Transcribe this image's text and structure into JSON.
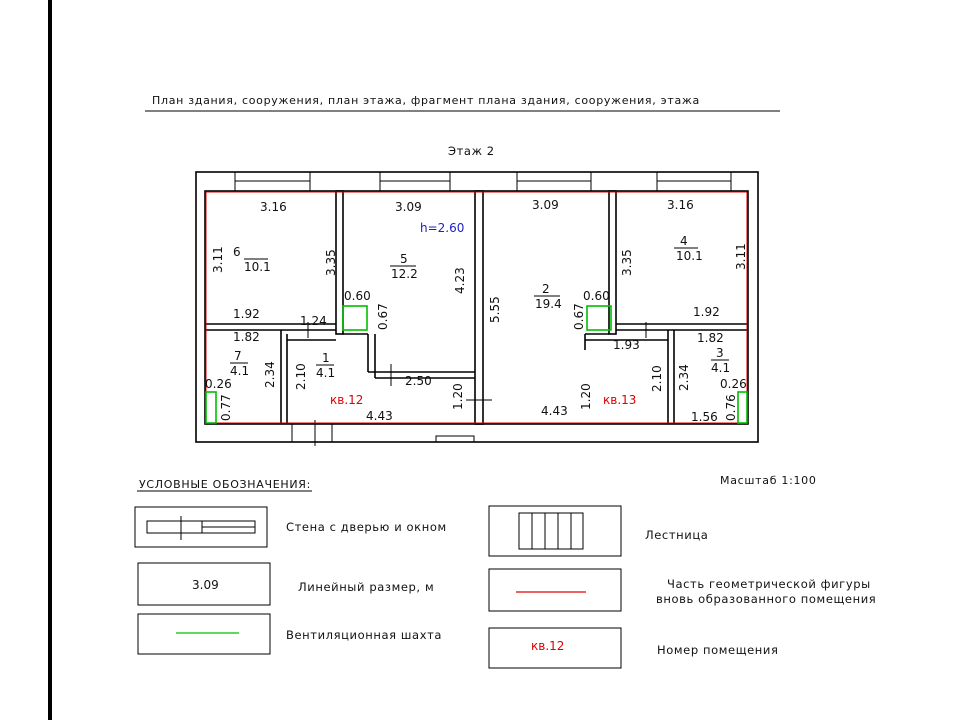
{
  "header": {
    "title": "План здания, сооружения, план этажа, фрагмент плана здания, сооружения, этажа",
    "floor": "Этаж 2",
    "ceiling_height": "h=2.60"
  },
  "rooms": {
    "r6": {
      "num": "6",
      "area": "10.1"
    },
    "r5": {
      "num": "5",
      "area": "12.2"
    },
    "r2": {
      "num": "2",
      "area": "19.4"
    },
    "r4": {
      "num": "4",
      "area": "10.1"
    },
    "r7": {
      "num": "7",
      "area": "4.1"
    },
    "r1": {
      "num": "1",
      "area": "4.1"
    },
    "r3": {
      "num": "3",
      "area": "4.1"
    }
  },
  "apartments": {
    "left": "кв.12",
    "right": "кв.13"
  },
  "dims": {
    "d_316_l": "3.16",
    "d_309_l": "3.09",
    "d_309_r": "3.09",
    "d_316_r": "3.16",
    "d_311_l": "3.11",
    "d_335_l": "3.35",
    "d_423": "4.23",
    "d_555": "5.55",
    "d_335_r": "3.35",
    "d_311_r": "3.11",
    "d_060_l": "0.60",
    "d_067_l": "0.67",
    "d_060_r": "0.60",
    "d_067_r": "0.67",
    "d_192_l": "1.92",
    "d_124": "1.24",
    "d_182_l": "1.82",
    "d_192_r": "1.92",
    "d_182_r": "1.82",
    "d_193": "1.93",
    "d_234_l": "2.34",
    "d_210_l": "2.10",
    "d_250": "2.50",
    "d_026_l": "0.26",
    "d_077": "0.77",
    "d_443_l": "4.43",
    "d_120_l": "1.20",
    "d_120_r": "1.20",
    "d_443_r": "4.43",
    "d_210_r": "2.10",
    "d_234_r": "2.34",
    "d_026_r": "0.26",
    "d_076": "0.76",
    "d_156": "1.56"
  },
  "legend": {
    "title": "УСЛОВНЫЕ ОБОЗНАЧЕНИЯ:",
    "scale": "Масштаб 1:100",
    "wall": "Стена с дверью и окном",
    "stairs": "Лестница",
    "linear_label": "Линейный размер, м",
    "linear_sample": "3.09",
    "part_line1": "Часть геометрической фигуры",
    "part_line2": "вновь образованного помещения",
    "vent": "Вентиляционная шахта",
    "room_label": "Номер помещения",
    "room_sample": "кв.12"
  },
  "colors": {
    "red": "#e00000",
    "green": "#00c000",
    "blue": "#2020c8"
  }
}
